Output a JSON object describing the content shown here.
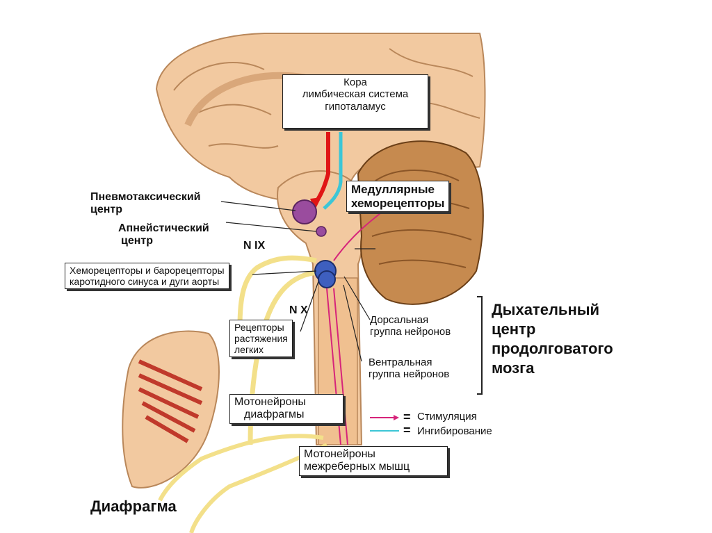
{
  "labels": {
    "top_box": [
      "Кора",
      "лимбическая система",
      "гипоталамус"
    ],
    "medullary": [
      "Медуллярные",
      "хеморецепторы"
    ],
    "pneumotaxic": [
      "Пневмотаксический",
      "центр"
    ],
    "apneustic": [
      "Апнейстический",
      "центр"
    ],
    "nerve_ix": "N IX",
    "nerve_x": "N X",
    "chemoreceptors": [
      "Хеморецепторы и барорецепторы",
      "каротидного синуса и дуги аорты"
    ],
    "stretch_receptors": [
      "Рецепторы",
      "растяжения",
      "легких"
    ],
    "dorsal_group": [
      "Дорсальная",
      "группа нейронов"
    ],
    "ventral_group": [
      "Вентральная",
      "группа нейронов"
    ],
    "respiratory_center": [
      "Дыхательный",
      "центр",
      "продолговатого",
      "мозга"
    ],
    "diaphragm_motoneurons": [
      "Мотонейроны",
      "диафрагмы"
    ],
    "intercostal_motoneurons": [
      "Мотонейроны",
      "межреберных мышц"
    ],
    "diaphragm": "Диафрагма"
  },
  "legend": [
    {
      "label": "Стимуляция",
      "color": "#d6247a",
      "symbol": "="
    },
    {
      "label": "Ингибирование",
      "color": "#3cc6d6",
      "symbol": "="
    }
  ],
  "colors": {
    "brain_fill": "#f2c9a0",
    "brain_stroke": "#b9875a",
    "cerebellum": "#c68a4f",
    "nerve_yellow": "#f3e08a",
    "stimulation": "#d6247a",
    "inhibition": "#3cc6d6",
    "cortex_arrow": "#e01515",
    "nucleus": "#9a4c9e"
  }
}
